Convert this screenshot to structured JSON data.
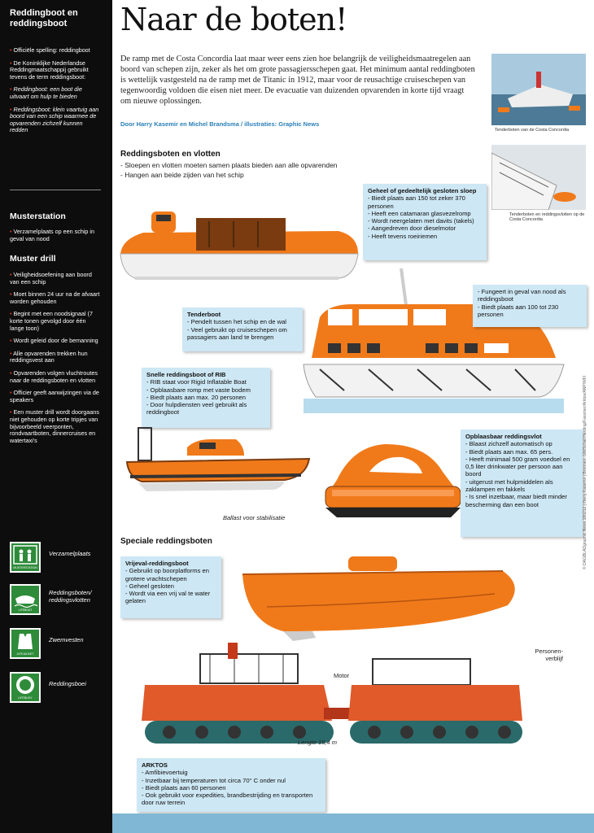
{
  "sidebar": {
    "title": "Reddingboot en reddingsboot",
    "items1": [
      "Officiële spelling: reddingboot",
      "De Koninklijke Nederlandse Reddingmaatschappij gebruikt tevens de term reddingsboot:",
      "Reddingboot: een boot die uitvaart om hulp te bieden",
      "Reddingsboot: klein vaartuig aan boord van een schip waarmee de opvarenden zichzelf kunnen redden"
    ],
    "musterstation_head": "Musterstation",
    "musterstation_text": "Verzamelplaats op een schip in geval van nood",
    "muster_drill_head": "Muster drill",
    "items2": [
      "Veiligheidsoefening aan boord van een schip",
      "Moet binnen 24 uur na de afvaart worden gehouden",
      "Begint met een noodsignaal (7 korte tonen gevolgd door één lange toon)",
      "Wordt geleid door de bemanning",
      "Alle opvarenden trekken hun reddingsvest aan",
      "Opvarenden volgen vluchtroutes naar de reddingsboten en vlotten",
      "Officier geeft aanwijzingen via de speakers",
      "Een muster drill wordt doorgaans niet gehouden op korte tripjes van bijvoorbeeld veerponten, rondvaartboten, dinnercruises en watertaxi's"
    ],
    "legend": [
      {
        "label": "Verzamelplaats",
        "sign": "MUSTERSTATION",
        "icon": "muster-station-icon"
      },
      {
        "label": "Reddingsboten/ reddingsvlotten",
        "sign": "LIFEBOAT",
        "icon": "lifeboat-icon"
      },
      {
        "label": "Zwemvesten",
        "sign": "LIFEJACKET",
        "icon": "lifejacket-icon"
      },
      {
        "label": "Reddingsboei",
        "sign": "LIFEBUOY",
        "icon": "lifebuoy-icon"
      }
    ]
  },
  "header": {
    "title": "Naar de boten!",
    "intro": "De ramp met de Costa Concordia laat maar weer eens zien hoe belangrijk de veiligheidsmaatregelen aan boord van schepen zijn, zeker als het om grote passagiersschepen gaat. Het minimum aantal reddingboten is wettelijk vastgesteld na de ramp met de Titanic in 1912, maar voor de reusachtige cruiseschepen van tegenwoordig voldoen die eisen niet meer. De evacuatie van duizenden opvarenden in korte tijd vraagt om nieuwe oplossingen.",
    "byline": "Door Harry Kasemir en Michel Brandsma / illustraties: Graphic News"
  },
  "photos": {
    "caption1": "Tenderboten van de Costa Concordia",
    "caption2": "Tenderboten en reddingsvlotten op de Costa Concordia"
  },
  "section1": {
    "title": "Reddingsboten en vlotten",
    "lines": [
      "- Sloepen en vlotten moeten samen plaats bieden aan alle opvarenden",
      "- Hangen aan beide zijden van het schip"
    ]
  },
  "boxes": {
    "closed_boat": {
      "title": "Geheel of gedeeltelijk gesloten sloep",
      "items": [
        "Biedt plaats aan 150 tot zeker 370 personen",
        "Heeft een catamaran glasvezelromp",
        "Wordt neergelaten met davits (takels)",
        "Aangedreven door dieselmotor",
        "Heeft tevens roeiriemen"
      ]
    },
    "tender_right": {
      "items": [
        "Fungeert in geval van nood als reddingsboot",
        "Biedt plaats aan 100 tot 230 personen"
      ]
    },
    "tender": {
      "title": "Tenderboot",
      "items": [
        "Pendelt tussen het schip en de wal",
        "Veel gebruikt op cruiseschepen om passagiers aan land te brengen"
      ]
    },
    "rib": {
      "title": "Snelle reddingsboot of RIB",
      "items": [
        "RIB staat voor Rigid Inflatable Boat",
        "Opblaasbare romp met vaste bodem",
        "Biedt plaats aan max. 20 personen",
        "Door hulpdiensten veel gebruikt als reddingboot"
      ]
    },
    "raft": {
      "title": "Opblaasbaar reddingsvlot",
      "items": [
        "Blaast zichzelf automatisch op",
        "Biedt plaats aan max. 65 pers.",
        "Heeft minimaal 500 gram voedsel en 0,5 liter drinkwater per persoon aan boord",
        "uitgerust met hulpmiddelen als zaklampen en fakkels",
        "Is snel inzetbaar, maar biedt minder bescherming dan een boot"
      ]
    },
    "freefall": {
      "title": "Vrijeval-reddingsboot",
      "items": [
        "Gebruikt op boorplatforms en grotere vrachtschepen",
        "Geheel gesloten",
        "Wordt via een vrij val te water gelaten"
      ]
    },
    "arktos": {
      "title": "ARKTOS",
      "items": [
        "Amfibievoertuig",
        "Inzetbaar bij temperaturen tot circa 70° C onder nul",
        "Biedt plaats aan 60 personen",
        "Ook gebruikt voor expedities, brandbestrijding en transporten door ruw terrein"
      ]
    }
  },
  "section2": {
    "title": "Speciale reddingsboten"
  },
  "labels": {
    "ballast": "Ballast voor stabilisatie",
    "motor": "Motor",
    "personen": "Personen-verblijf",
    "lengte": "Lengte 15,4 m"
  },
  "credit": "© DAGBLADgraphic News 180212 | Harry Kasemir | Bronnen: GN/Schat Harding/Fassmer/Arktos/ANP/WFI",
  "colors": {
    "orange": "#f07a1a",
    "box_blue": "#cde7f4",
    "sidebar_bg": "#0d0d0d",
    "sign_green": "#2e8b3a",
    "accent_red": "#e23b2b"
  }
}
